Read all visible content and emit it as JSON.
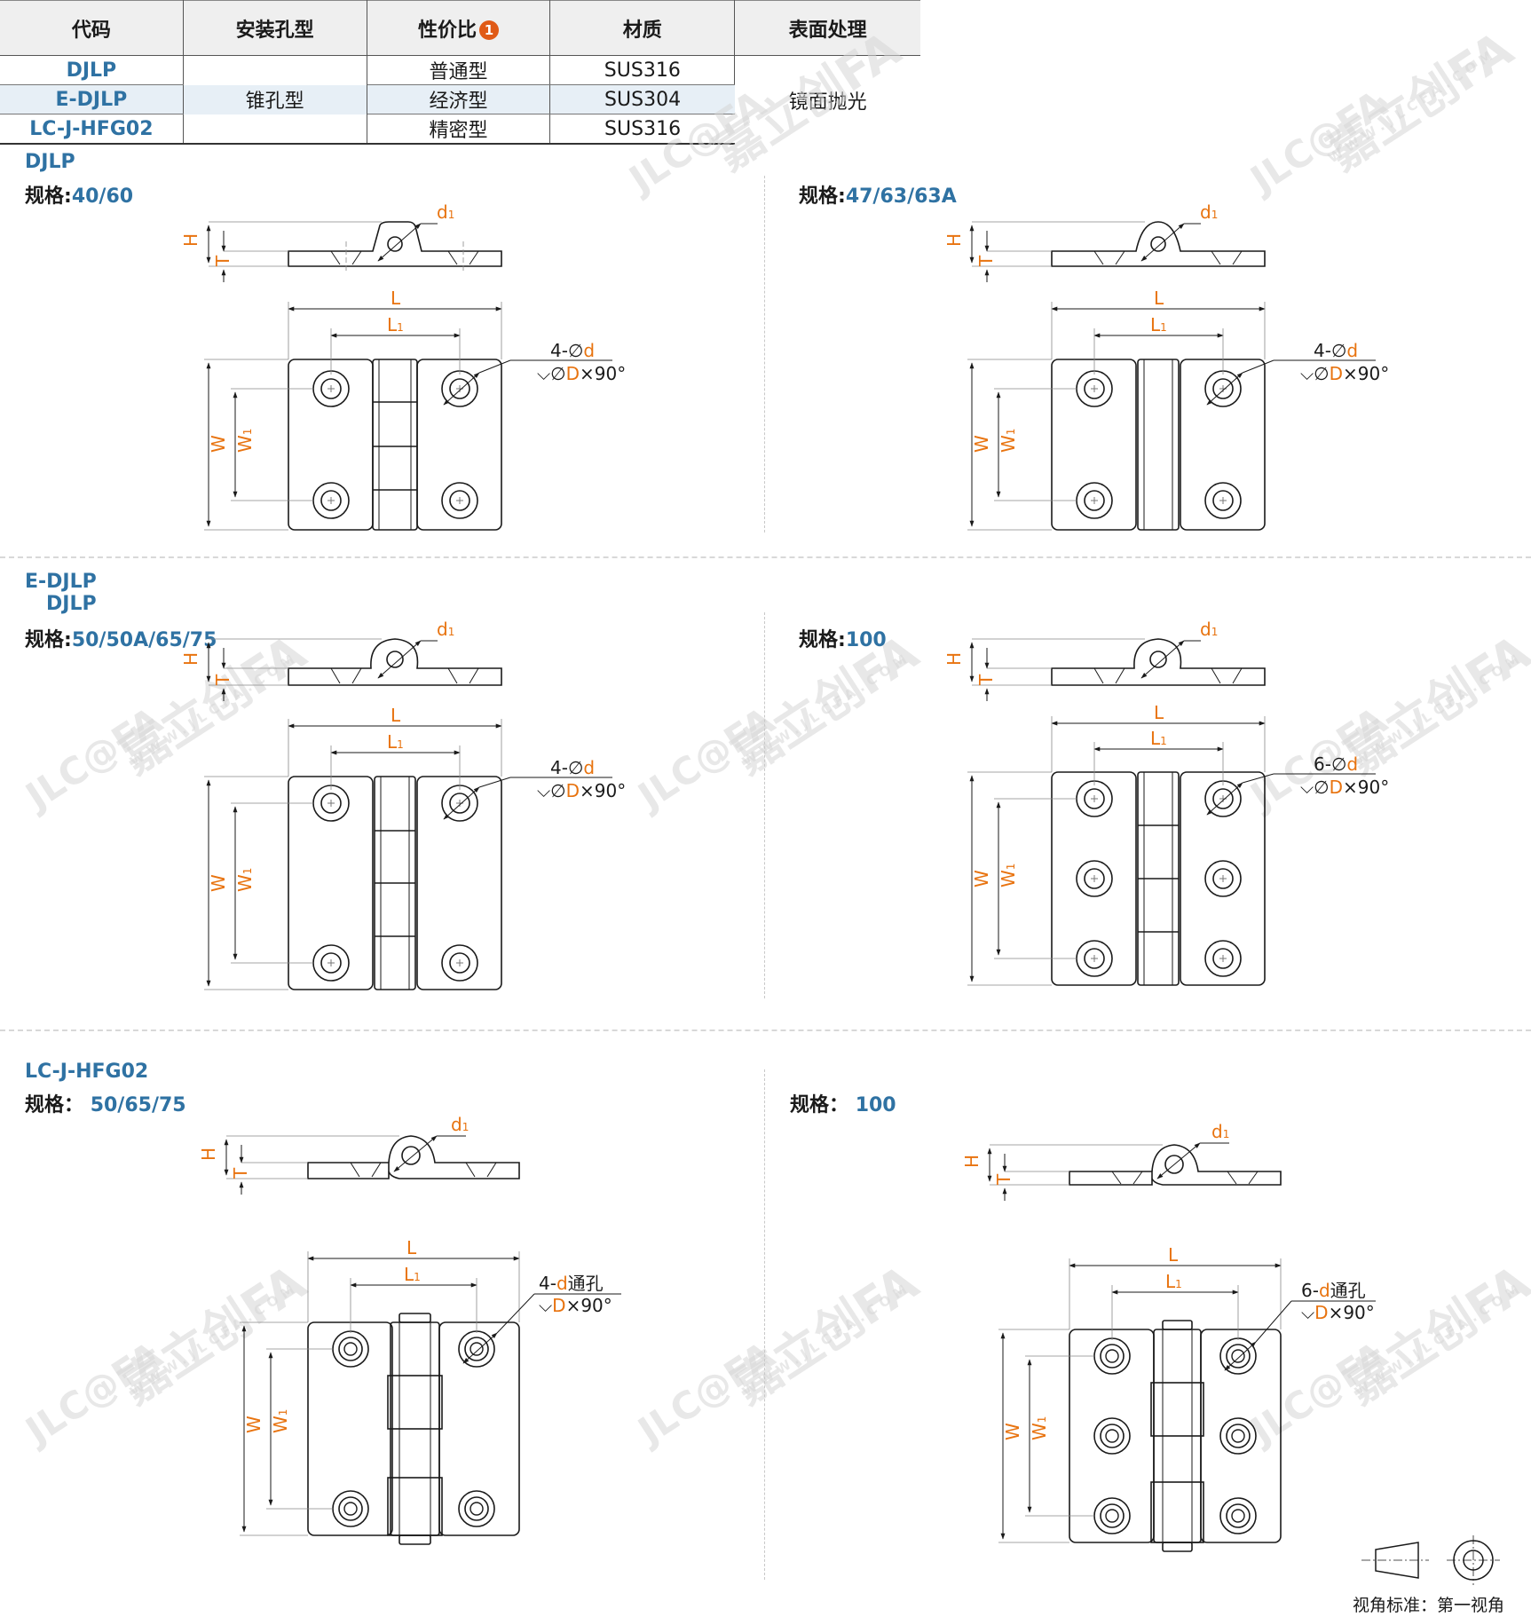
{
  "table": {
    "headers": [
      "代码",
      "安装孔型",
      "性价比",
      "材质",
      "表面处理"
    ],
    "badge": "1",
    "rows": [
      {
        "code": "DJLP",
        "grade": "普通型",
        "material": "SUS316"
      },
      {
        "code": "E-DJLP",
        "grade": "经济型",
        "material": "SUS304"
      },
      {
        "code": "LC-J-HFG02",
        "grade": "精密型",
        "material": "SUS316"
      }
    ],
    "hole_type": "锥孔型",
    "finish": "镜面抛光"
  },
  "sections": {
    "djlp": {
      "code": "DJLP",
      "spec_key": "规格:",
      "left_spec": "40/60",
      "right_spec": "47/63/63A"
    },
    "edjlp": {
      "code1": "E-DJLP",
      "code2": "DJLP",
      "spec_key": "规格:",
      "left_spec": "50/50A/65/75",
      "right_spec": "100"
    },
    "hfg02": {
      "code": "LC-J-HFG02",
      "spec_key": "规格：",
      "left_spec": "50/65/75",
      "right_spec": "100"
    }
  },
  "dims": {
    "H": "H",
    "T": "T",
    "L": "L",
    "L1": "L",
    "W": "W",
    "W1": "W",
    "d1": "d",
    "sub1": "1",
    "hole4": "4-",
    "hole6": "6-",
    "dia": "∅",
    "d": "d",
    "D": "D",
    "x90": "×90°",
    "through": "通孔"
  },
  "watermark": {
    "brand": "嘉立创FA",
    "logo": "JLC@FA",
    "url": "WWW.JLCFA.COM"
  },
  "footer": {
    "view_caption": "视角标准：第一视角"
  }
}
